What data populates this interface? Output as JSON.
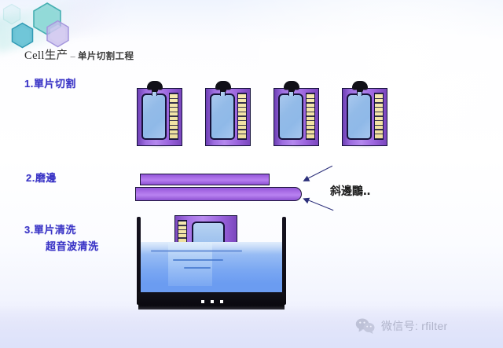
{
  "page": {
    "title_main": "Cell生产",
    "title_dash": "–",
    "title_sub": "单片切割工程"
  },
  "steps": [
    {
      "id": "step1",
      "label": "1.單片切割"
    },
    {
      "id": "step2",
      "label": "2.磨邊"
    },
    {
      "id": "step3",
      "label": "3.單片清洗"
    },
    {
      "id": "step3b",
      "label": "超音波清洗"
    }
  ],
  "callout": {
    "label": "斜邊鷳‥"
  },
  "diagram": {
    "row1": {
      "name": "single-wafer-cutting",
      "cassette_count": 4,
      "ladder_rungs": 11
    },
    "row2": {
      "name": "edge-grinding",
      "bars": [
        "upper-bar",
        "lower-bar-with-bevel"
      ],
      "arrow_count": 2
    },
    "row3": {
      "name": "ultrasonic-cleaning-tank",
      "transducer_dots": 3,
      "ripple_count": 3
    }
  },
  "watermark": {
    "icon": "wechat-icon",
    "text": "微信号: rfilter"
  },
  "colors": {
    "step_text": "#3a34c6",
    "cassette_purple": "#a96ce6",
    "cassette_inner_blue": "#93bbe8",
    "ladder_yellow": "#f6e9b0",
    "tank_liquid": "#7aa7f2",
    "tank_frame": "#111018",
    "arrow": "#2b2f7a",
    "hex_teal": "#5fc3c6",
    "hex_lavender": "#b9aee4"
  }
}
